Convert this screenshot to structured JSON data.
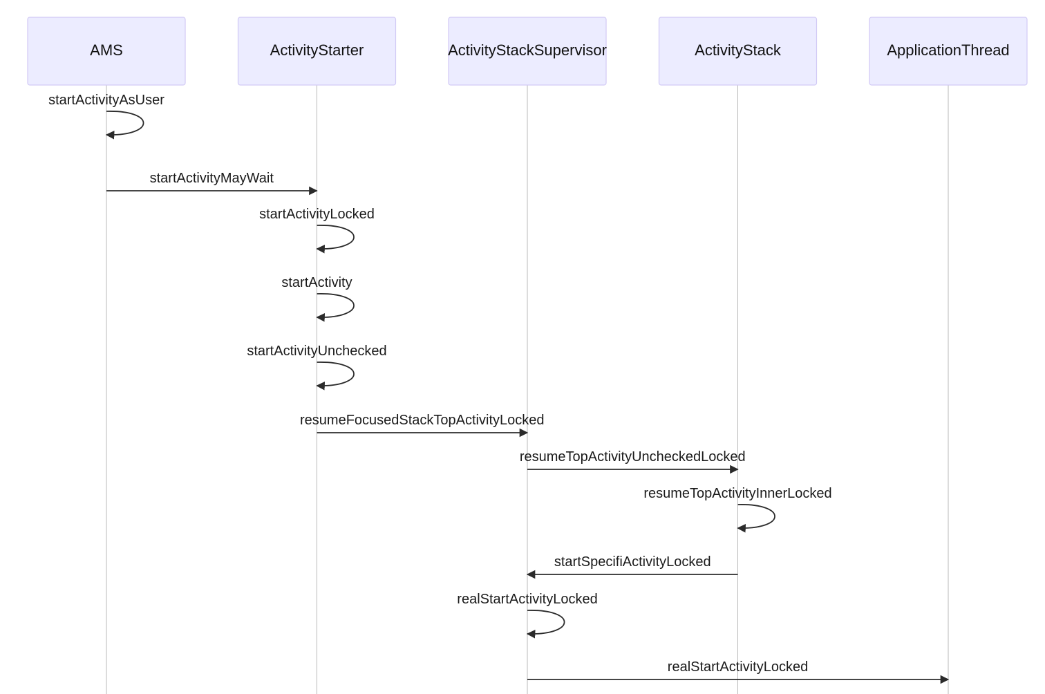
{
  "diagram": {
    "type": "sequence",
    "participants": [
      {
        "id": "AMS",
        "label": "AMS"
      },
      {
        "id": "ActivityStarter",
        "label": "ActivityStarter"
      },
      {
        "id": "ActivityStackSupervisor",
        "label": "ActivityStackSupervisor"
      },
      {
        "id": "ActivityStack",
        "label": "ActivityStack"
      },
      {
        "id": "ApplicationThread",
        "label": "ApplicationThread"
      }
    ],
    "messages": [
      {
        "from": "AMS",
        "to": "AMS",
        "label": "startActivityAsUser"
      },
      {
        "from": "AMS",
        "to": "ActivityStarter",
        "label": "startActivityMayWait"
      },
      {
        "from": "ActivityStarter",
        "to": "ActivityStarter",
        "label": "startActivityLocked"
      },
      {
        "from": "ActivityStarter",
        "to": "ActivityStarter",
        "label": "startActivity"
      },
      {
        "from": "ActivityStarter",
        "to": "ActivityStarter",
        "label": "startActivityUnchecked"
      },
      {
        "from": "ActivityStarter",
        "to": "ActivityStackSupervisor",
        "label": "resumeFocusedStackTopActivityLocked"
      },
      {
        "from": "ActivityStackSupervisor",
        "to": "ActivityStack",
        "label": "resumeTopActivityUncheckedLocked"
      },
      {
        "from": "ActivityStack",
        "to": "ActivityStack",
        "label": "resumeTopActivityInnerLocked"
      },
      {
        "from": "ActivityStack",
        "to": "ActivityStackSupervisor",
        "label": "startSpecifiActivityLocked"
      },
      {
        "from": "ActivityStackSupervisor",
        "to": "ActivityStackSupervisor",
        "label": "realStartActivityLocked"
      },
      {
        "from": "ActivityStackSupervisor",
        "to": "ApplicationThread",
        "label": "realStartActivityLocked"
      }
    ]
  }
}
